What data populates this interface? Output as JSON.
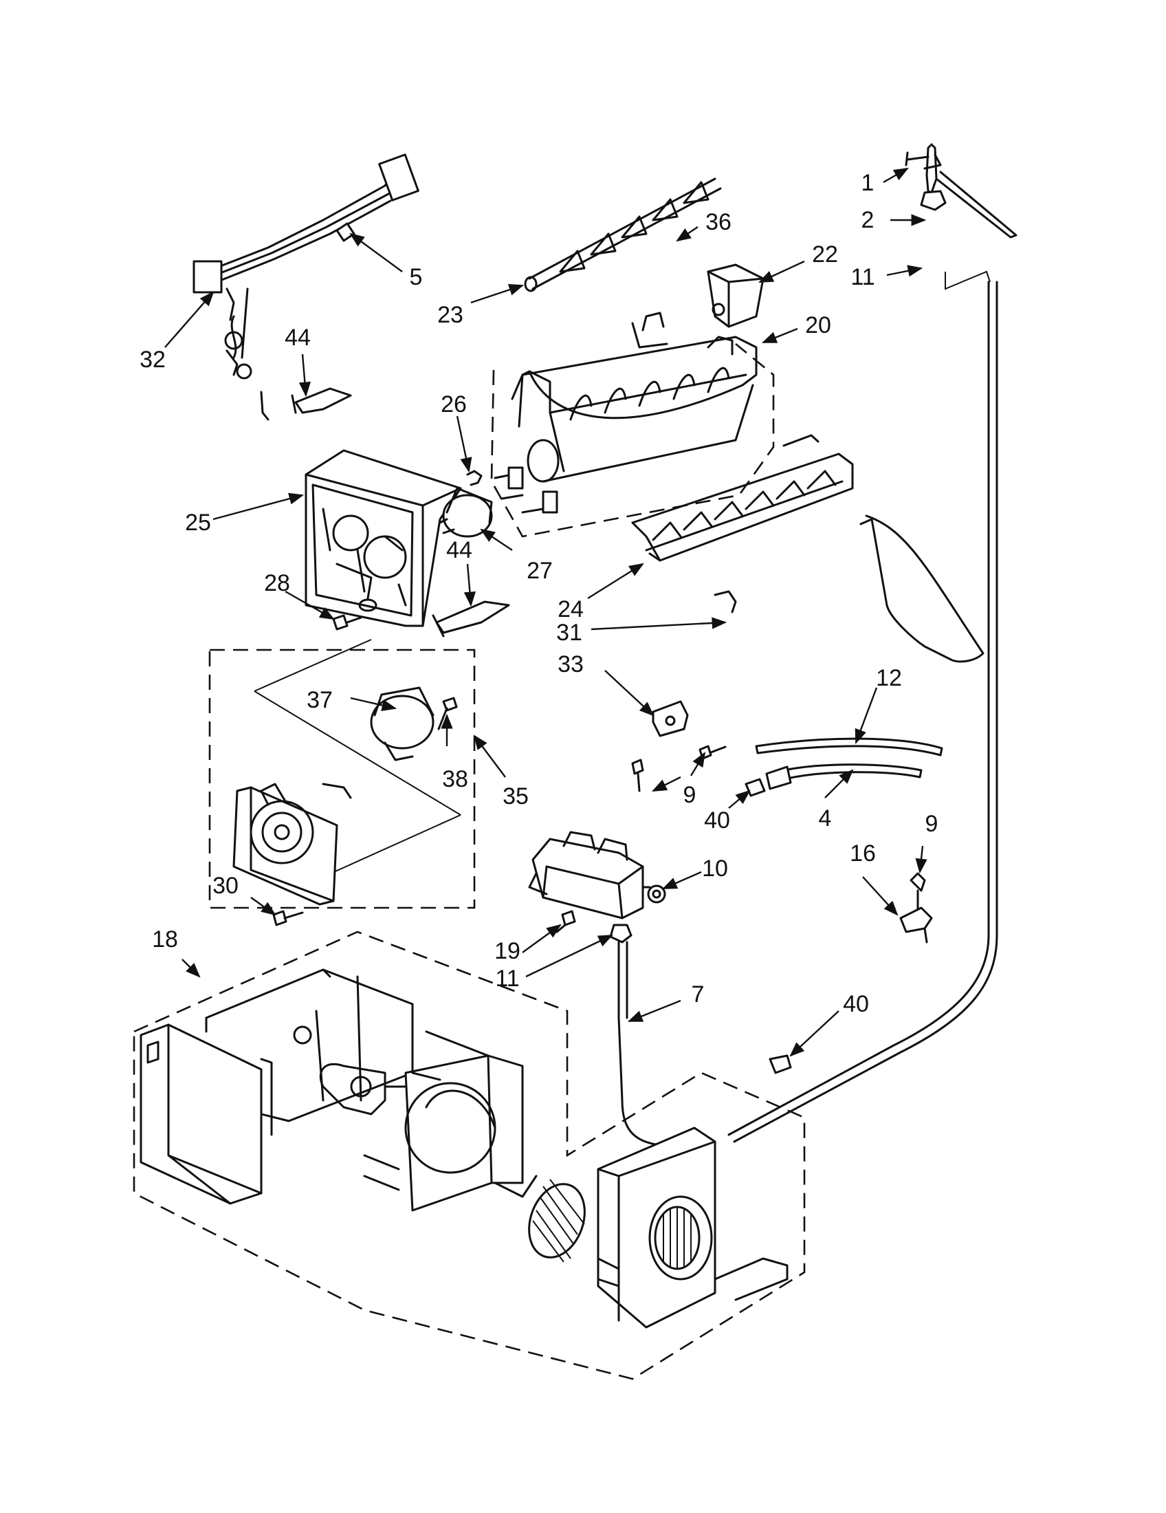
{
  "colors": {
    "ink": "#111111",
    "paper": "#ffffff"
  },
  "callouts": [
    "1",
    "2",
    "11",
    "36",
    "22",
    "23",
    "20",
    "5",
    "32",
    "44",
    "26",
    "25",
    "27",
    "44",
    "24",
    "28",
    "31",
    "33",
    "12",
    "37",
    "38",
    "35",
    "9",
    "40",
    "4",
    "10",
    "16",
    "9",
    "30",
    "19",
    "11",
    "7",
    "18",
    "40"
  ]
}
